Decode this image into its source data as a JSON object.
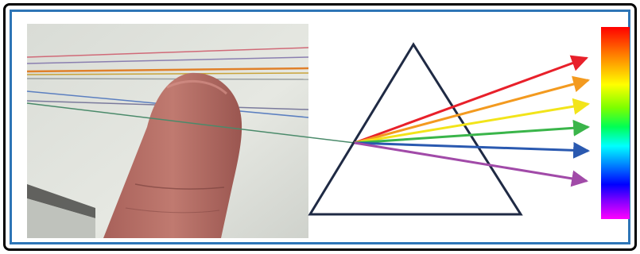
{
  "colors": {
    "outer_border": "#000000",
    "inner_border": "#2e75b6",
    "prism_outline": "#1f2a44",
    "ray_red": "#e8202a",
    "ray_orange": "#f39a1f",
    "ray_yellow": "#f2e41a",
    "ray_green": "#3ab54a",
    "ray_blue": "#2a59b0",
    "ray_violet": "#a14aa8",
    "incoming_beam": "#4a8a6a"
  },
  "photo": {
    "subject": "finger-over-colored-lines"
  },
  "prism": {
    "shape": "triangle"
  },
  "rays": [
    "red",
    "orange",
    "yellow",
    "green",
    "blue",
    "violet"
  ],
  "spectrum": {
    "gradient": "red-to-magenta"
  }
}
